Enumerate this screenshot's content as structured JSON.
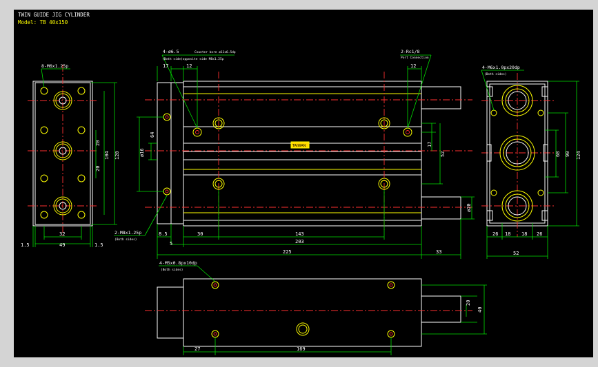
{
  "title": "TWIN GUIDE JIG CYLINDER",
  "model": "Model: TB 40x150",
  "colors": {
    "background": "#000000",
    "outline": "#ffffff",
    "feature": "#ffff00",
    "dimension": "#00e000",
    "centerline": "#ff3030",
    "frame": "#d4d4d4"
  },
  "left_view": {
    "callout_top": "8-M6x1.25p",
    "dims": {
      "v20a": "20",
      "v104": "104",
      "v20b": "20",
      "v120": "120",
      "h32": "32",
      "h49": "49",
      "h1_5a": "1.5",
      "h1_5b": "1.5"
    }
  },
  "front_view": {
    "callout_holes": "4-ø6.5",
    "callout_holes_sub": "Counter bore ø11x6.5dp",
    "callout_holes_note": "(Both side)opposite side M8x1.25p",
    "callout_port": "2-Rc1/8",
    "callout_port_note": "Port Connection",
    "callout_side": "2-M8x1.25p",
    "callout_side_note": "(Both sides)",
    "dims": {
      "d17": "17",
      "d12a": "12",
      "d12b": "12",
      "d64": "64",
      "d16": "ø16",
      "d17v": "17",
      "d52": "52",
      "d20": "ø20",
      "d8_5": "8.5",
      "d5": "5",
      "d30": "30",
      "d143": "143",
      "d203": "203",
      "d225": "225",
      "d33": "33"
    }
  },
  "right_view": {
    "callout": "4-M6x1.0px20dp",
    "callout_note": "(Both sides)",
    "dims": {
      "v68": "68",
      "v90": "90",
      "v124": "124",
      "h26a": "26",
      "h18a": "18",
      "h18b": "18",
      "h26b": "26",
      "h52": "52"
    }
  },
  "bottom_view": {
    "callout": "4-M5x0.8px10dp",
    "callout_note": "(Both sides)",
    "dims": {
      "v20": "20",
      "v40": "40",
      "h27": "27",
      "h169": "169"
    }
  },
  "logo_text": "TAIWAN"
}
